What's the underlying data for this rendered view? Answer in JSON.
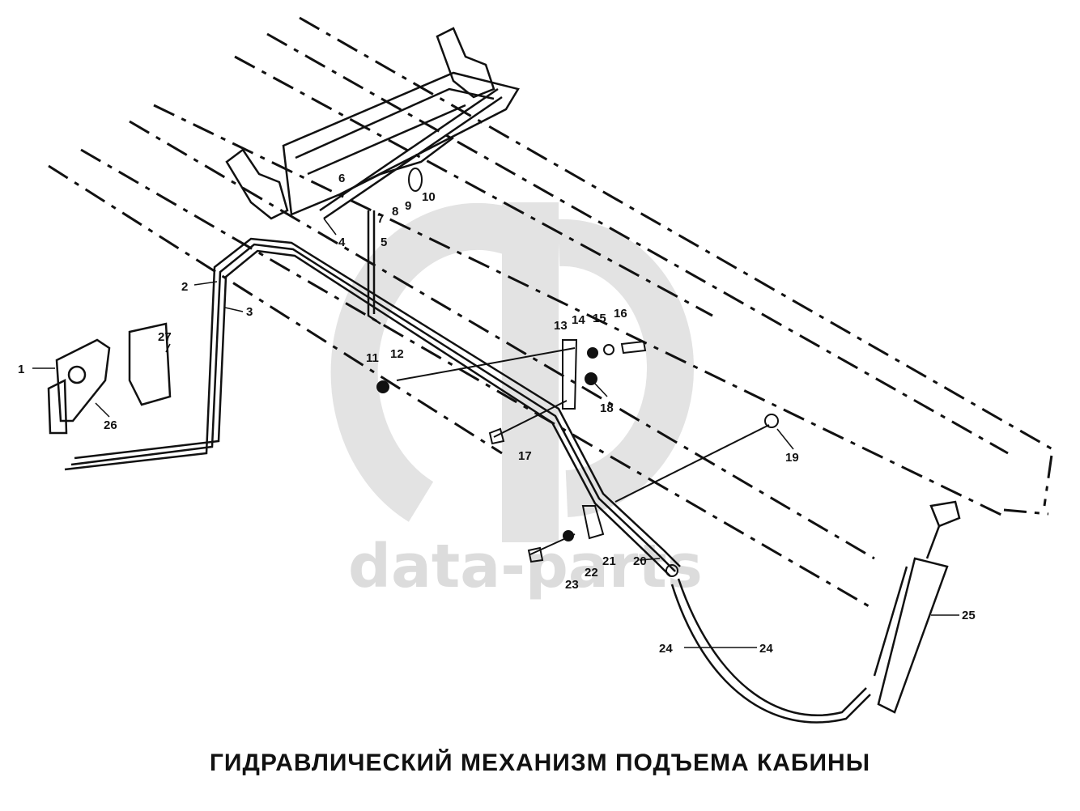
{
  "title": "ГИДРАВЛИЧЕСКИЙ МЕХАНИЗМ ПОДЪЕМА КАБИНЫ",
  "watermark": "data-parts",
  "colors": {
    "ink": "#111111",
    "watermark": "#dcdcdc",
    "background": "#ffffff"
  },
  "callouts": [
    "1",
    "2",
    "3",
    "4",
    "5",
    "6",
    "7",
    "8",
    "9",
    "10",
    "11",
    "12",
    "13",
    "14",
    "15",
    "16",
    "17",
    "18",
    "19",
    "20",
    "21",
    "22",
    "23",
    "24",
    "24",
    "25",
    "26",
    "27"
  ]
}
